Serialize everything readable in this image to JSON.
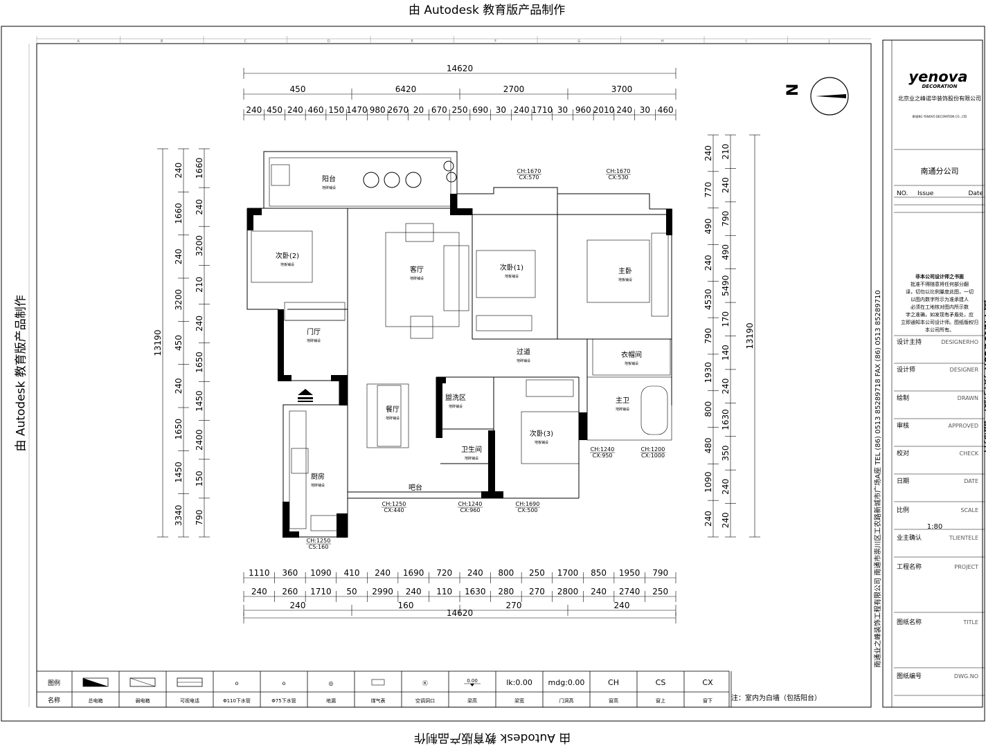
{
  "watermark": "由 Autodesk 教育版产品制作",
  "company": {
    "logo_main": "yenova",
    "logo_sub": "DECORATION",
    "name_cn": "北京业之峰诺华装饰股份有限公司",
    "name_en": "BEIJING YENOVO DECORATION CO., LTD",
    "branch": "南通分公司",
    "vertical_info": "南通业之峰装饰工程有限公司  南通市崇川区工农路新城市广场A座  TEL (86) 0513 85289718  FAX (86) 0513 85289710"
  },
  "revision_table": {
    "no": "NO.",
    "issue": "Issue",
    "date": "Date"
  },
  "notice": {
    "title": "非本公司设计师之书面",
    "lines": [
      "批准不得随意将任何部分翻",
      "译，切勿以比例量度此图，一切",
      "以图内数字所示为准承建人",
      "必须在工地核对图内所示数",
      "字之准确，如发现有矛盾处，应",
      "立即通知本公司设计师。图纸版权归",
      "本公司所有。"
    ]
  },
  "title_block": [
    {
      "cn": "设计主持",
      "en": "DESIGNERHO",
      "value": ""
    },
    {
      "cn": "设计师",
      "en": "DESIGNER",
      "value": ""
    },
    {
      "cn": "绘制",
      "en": "DRAWN",
      "value": ""
    },
    {
      "cn": "审核",
      "en": "APPROVED",
      "value": ""
    },
    {
      "cn": "校对",
      "en": "CHECK",
      "value": ""
    },
    {
      "cn": "日期",
      "en": "DATE",
      "value": ""
    },
    {
      "cn": "比例",
      "en": "SCALE",
      "value": "1:80"
    },
    {
      "cn": "业主确认",
      "en": "TLIENTELE",
      "value": ""
    },
    {
      "cn": "工程名称",
      "en": "PROJECT",
      "value": ""
    },
    {
      "cn": "图纸名称",
      "en": "TITLE",
      "value": ""
    },
    {
      "cn": "图纸编号",
      "en": "DWG.NO",
      "value": ""
    }
  ],
  "dimensions": {
    "top_total": "14620",
    "top_mid": [
      "450",
      "6420",
      "2700",
      "3700"
    ],
    "top_row": [
      "240",
      "450",
      "240",
      "460",
      "150",
      "1470",
      "980",
      "2670",
      "20",
      "670",
      "250",
      "690",
      "30",
      "240",
      "1710",
      "30",
      "960",
      "2010",
      "240",
      "30",
      "460"
    ],
    "bottom_row1": [
      "1110",
      "360",
      "1090",
      "410",
      "240",
      "1690",
      "720",
      "240",
      "800",
      "250",
      "1700",
      "850",
      "1950",
      "790"
    ],
    "bottom_row2": [
      "240",
      "260",
      "1710",
      "50",
      "2990",
      "240",
      "110",
      "1630",
      "280",
      "270",
      "2800",
      "240",
      "2740",
      "250"
    ],
    "bottom_row3": [
      "240",
      "160",
      "270",
      "240"
    ],
    "bottom_total": "14620",
    "left_total": "13190",
    "left_outer": [
      "240",
      "1660",
      "240",
      "3200",
      "450",
      "240",
      "1650",
      "1450",
      "3340"
    ],
    "left_inner": [
      "1660",
      "240",
      "3200",
      "210",
      "240",
      "1650",
      "1450",
      "2400",
      "150",
      "790"
    ],
    "right_total": "13190",
    "right_outer": [
      "240",
      "770",
      "490",
      "240",
      "4530",
      "790",
      "1930",
      "800",
      "480",
      "1090",
      "240"
    ],
    "right_inner": [
      "210",
      "240",
      "790",
      "490",
      "5490",
      "170",
      "140",
      "240",
      "1630",
      "350",
      "240",
      "240"
    ]
  },
  "rooms": [
    {
      "name": "阳台",
      "floor": "地砖铺设"
    },
    {
      "name": "次卧(2)",
      "floor": "地板铺设"
    },
    {
      "name": "客厅",
      "floor": "地砖铺设"
    },
    {
      "name": "次卧(1)",
      "floor": "地板铺设"
    },
    {
      "name": "主卧",
      "floor": "地板铺设"
    },
    {
      "name": "门厅",
      "floor": "地砖铺设"
    },
    {
      "name": "过道",
      "floor": "地砖铺设"
    },
    {
      "name": "衣帽间",
      "floor": "地板铺设"
    },
    {
      "name": "餐厅",
      "floor": "地砖铺设"
    },
    {
      "name": "盥洗区",
      "floor": "地砖铺设"
    },
    {
      "name": "主卫",
      "floor": "地砖铺设"
    },
    {
      "name": "次卧(3)",
      "floor": "地板铺设"
    },
    {
      "name": "卫生间",
      "floor": "地砖铺设"
    },
    {
      "name": "厨房",
      "floor": "地砖铺设"
    },
    {
      "name": "吧台",
      "floor": ""
    }
  ],
  "window_tags": [
    {
      "ch": "CH:1670",
      "cx": "CX:570"
    },
    {
      "ch": "CH:1670",
      "cx": "CX:530"
    },
    {
      "ch": "CH:1250",
      "cx": "CX:440"
    },
    {
      "ch": "CH:1240",
      "cx": "CX:960"
    },
    {
      "ch": "CH:1690",
      "cx": "CX:500"
    },
    {
      "ch": "CH:1240",
      "cx": "CX:950"
    },
    {
      "ch": "CH:1200",
      "cx": "CX:1000"
    },
    {
      "ch": "CH:1250",
      "cx": "CS:160"
    }
  ],
  "legend": {
    "row1_label": "图例",
    "row2_label": "名称",
    "symbols": [
      "",
      "",
      "",
      "o",
      "o",
      "◎",
      "",
      "Ⓚ",
      "0.00",
      "lk:0.00",
      "mdg:0.00",
      "CH",
      "CS",
      "CX"
    ],
    "names": [
      "总电箱",
      "弱电箱",
      "可视电话",
      "Φ110下水管",
      "Φ75下水管",
      "地漏",
      "煤气表",
      "空调洞口",
      "梁高",
      "梁宽",
      "门洞高",
      "窗高",
      "窗上",
      "窗下"
    ],
    "note": "注：室内为白墙（包括阳台）"
  },
  "grid_top": [
    "A",
    "B",
    "C",
    "D",
    "E",
    "F",
    "G",
    "H",
    "I",
    "J"
  ]
}
